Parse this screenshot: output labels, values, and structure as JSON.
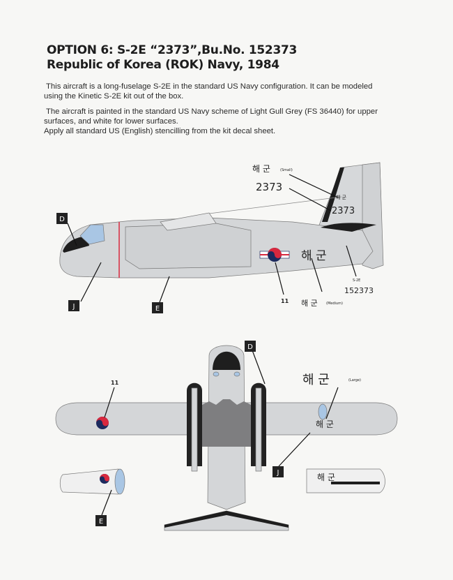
{
  "header": {
    "title_line1": "OPTION 6: S-2E “2373”,Bu.No. 152373",
    "title_line2": "Republic of Korea (ROK) Navy, 1984"
  },
  "description": {
    "paragraph1_line1": "This aircraft is a long-fuselage S-2E in the standard US Navy configuration. It can be modeled",
    "paragraph1_line2": "using the Kinetic S-2E kit out of the box.",
    "paragraph2_line1": "The aircraft is painted in the standard US Navy scheme of Light Gull Grey (FS 36440) for upper",
    "paragraph2_line2": "surfaces, and white for lower surfaces.",
    "paragraph2_line3": "Apply all standard US (English) stencilling from the kit decal sheet."
  },
  "side_view": {
    "callout_small_korean": "해 군",
    "callout_small_note": "(Small)",
    "callout_code": "2373",
    "tail_korean": "해 군",
    "tail_code": "2373",
    "fuselage_korean": "해 군",
    "callout_medium_korean": "해 군",
    "callout_medium_note": "(Medium)",
    "callout_type": "S-2E",
    "callout_buno": "152373",
    "label_d": "D",
    "label_j": "J",
    "label_e": "E",
    "label_roundel": "11"
  },
  "plan_view": {
    "label_d": "D",
    "label_roundel": "11",
    "callout_large_korean": "해 군",
    "callout_large_note": "(Large)",
    "wing_korean": "해 군",
    "label_j": "J",
    "label_e": "E",
    "tip_korean": "해 군"
  },
  "colors": {
    "gull_grey": "#d4d6d8",
    "anti_glare": "#222222",
    "roundel_red": "#d8283e",
    "roundel_blue": "#1c2a5e",
    "label_box": "#222222"
  }
}
